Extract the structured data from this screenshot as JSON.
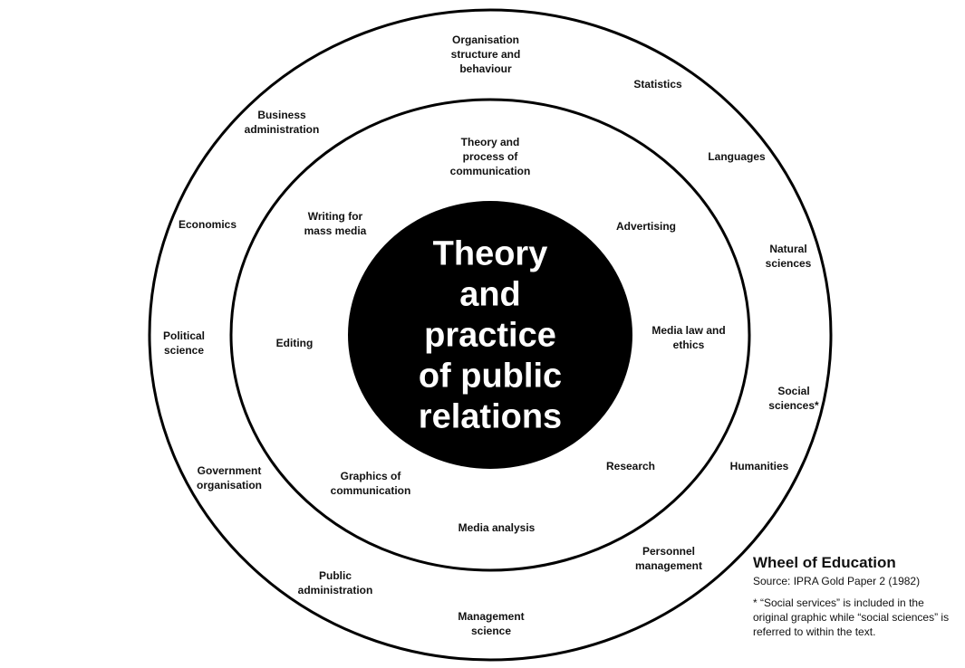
{
  "center_title": [
    "Theory",
    "and",
    "practice",
    "of public",
    "relations"
  ],
  "inner_ring": [
    {
      "id": "theory-process",
      "lines": [
        "Theory and",
        "process of",
        "communication"
      ]
    },
    {
      "id": "advertising",
      "lines": [
        "Advertising"
      ]
    },
    {
      "id": "media-law",
      "lines": [
        "Media law and",
        "ethics"
      ]
    },
    {
      "id": "research",
      "lines": [
        "Research"
      ]
    },
    {
      "id": "media-analysis",
      "lines": [
        "Media analysis"
      ]
    },
    {
      "id": "graphics",
      "lines": [
        "Graphics of",
        "communication"
      ]
    },
    {
      "id": "editing",
      "lines": [
        "Editing"
      ]
    },
    {
      "id": "writing",
      "lines": [
        "Writing for",
        "mass media"
      ]
    }
  ],
  "outer_ring": [
    {
      "id": "organisation",
      "lines": [
        "Organisation",
        "structure and",
        "behaviour"
      ]
    },
    {
      "id": "statistics",
      "lines": [
        "Statistics"
      ]
    },
    {
      "id": "languages",
      "lines": [
        "Languages"
      ]
    },
    {
      "id": "natural-sciences",
      "lines": [
        "Natural",
        "sciences"
      ]
    },
    {
      "id": "social-sciences",
      "lines": [
        "Social",
        "sciences*"
      ]
    },
    {
      "id": "humanities",
      "lines": [
        "Humanities"
      ]
    },
    {
      "id": "personnel",
      "lines": [
        "Personnel",
        "management"
      ]
    },
    {
      "id": "management-science",
      "lines": [
        "Management",
        "science"
      ]
    },
    {
      "id": "public-admin",
      "lines": [
        "Public",
        "administration"
      ]
    },
    {
      "id": "government",
      "lines": [
        "Government",
        "organisation"
      ]
    },
    {
      "id": "political-science",
      "lines": [
        "Political",
        "science"
      ]
    },
    {
      "id": "economics",
      "lines": [
        "Economics"
      ]
    },
    {
      "id": "business-admin",
      "lines": [
        "Business",
        "administration"
      ]
    }
  ],
  "caption": {
    "title": "Wheel of Education",
    "source": "Source: IPRA Gold Paper 2 (1982)",
    "note": "* “Social services” is included in the original graphic while “social sciences” is referred to within the text."
  }
}
